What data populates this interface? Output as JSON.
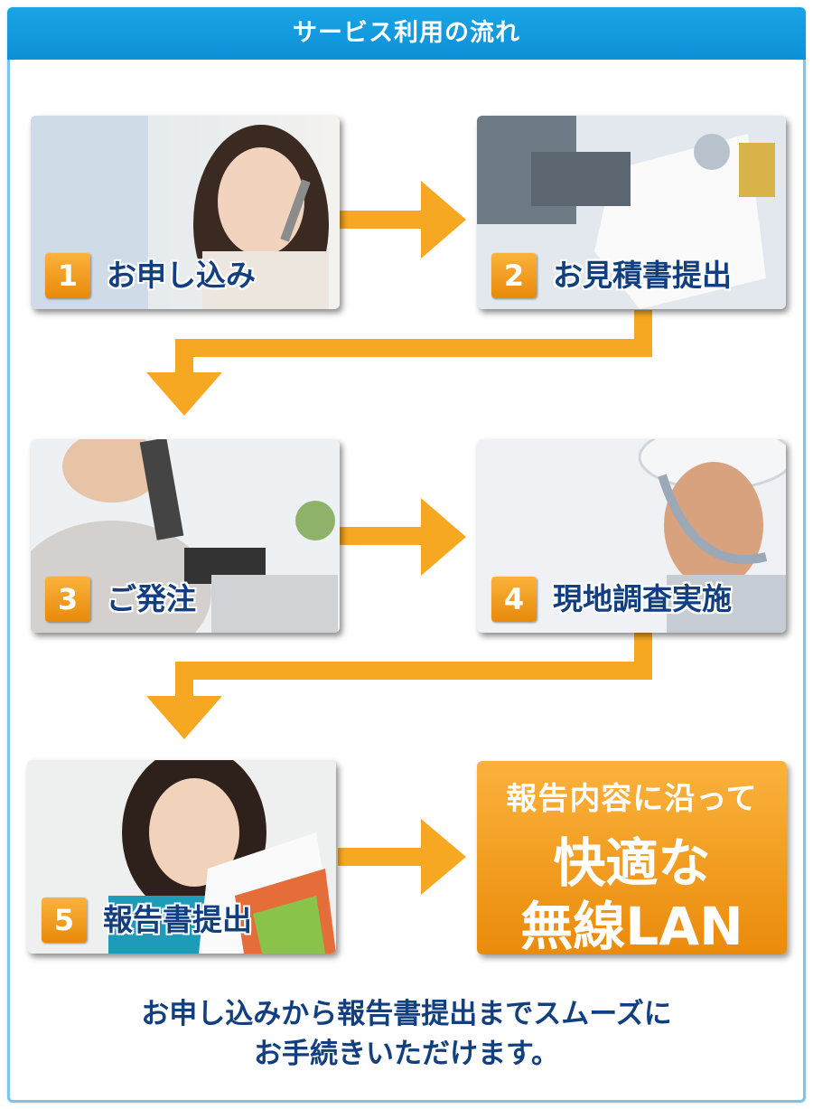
{
  "header": {
    "title": "サービス利用の流れ"
  },
  "steps": [
    {
      "number": "1",
      "label": "お申し込み"
    },
    {
      "number": "2",
      "label": "お見積書提出"
    },
    {
      "number": "3",
      "label": "ご発注"
    },
    {
      "number": "4",
      "label": "現地調査実施"
    },
    {
      "number": "5",
      "label": "報告書提出"
    }
  ],
  "result": {
    "line1": "報告内容に沿って",
    "line2": "快適な",
    "line3": "無線LAN"
  },
  "footer": {
    "line1": "お申し込みから報告書提出までスムーズに",
    "line2": "お手続きいただけます。"
  },
  "colors": {
    "header": "#0d8fd6",
    "arrow": "#f7a823",
    "badge": "#f29a1a",
    "label": "#123f7f"
  }
}
